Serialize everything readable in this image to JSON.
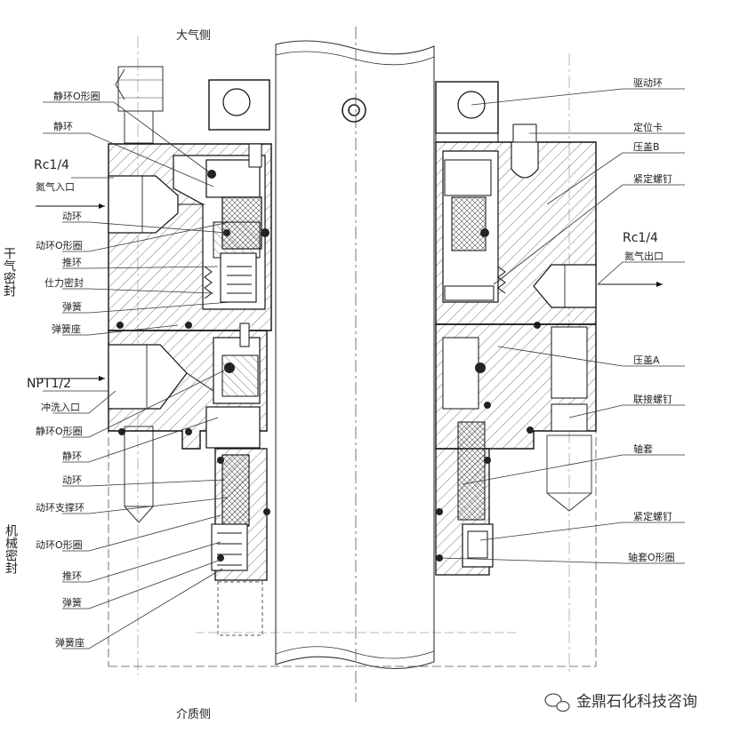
{
  "diagram": {
    "top_label": "大气侧",
    "bottom_label": "介质侧",
    "section_dry_gas_seal": "干气密封",
    "section_mechanical_seal": "机械密封",
    "left_labels": {
      "static_ring_oring": "静环O形圈",
      "static_ring": "静环",
      "rc14": "Rc1/4",
      "nitrogen_inlet": "氮气入口",
      "moving_ring": "动环",
      "moving_ring_oring": "动环O形圈",
      "push_ring": "推环",
      "secondary_seal": "仕力密封",
      "spring": "弹簧",
      "spring_seat": "弹簧座",
      "npt12": "NPT1/2",
      "flush_inlet": "冲洗入口",
      "static_ring_oring_2": "静环O形圈",
      "static_ring_2": "静环",
      "moving_ring_2": "动环",
      "moving_ring_support_ring": "动环支撑环",
      "moving_ring_oring_2": "动环O形圈",
      "push_ring_2": "推环",
      "spring_2": "弹簧",
      "spring_seat_2": "弹簧座"
    },
    "right_labels": {
      "drive_ring": "驱动环",
      "locating_card": "定位卡",
      "gland_b": "压盖B",
      "set_screw": "紧定螺钉",
      "rc14": "Rc1/4",
      "nitrogen_outlet": "氮气出口",
      "gland_a": "压盖A",
      "connecting_screw": "联接螺钉",
      "shaft_sleeve": "轴套",
      "set_screw_2": "紧定螺钉",
      "sleeve_oring": "轴套O形圈"
    }
  },
  "watermark": {
    "icon": "wechat-icon",
    "text": "金鼎石化科技咨询"
  }
}
